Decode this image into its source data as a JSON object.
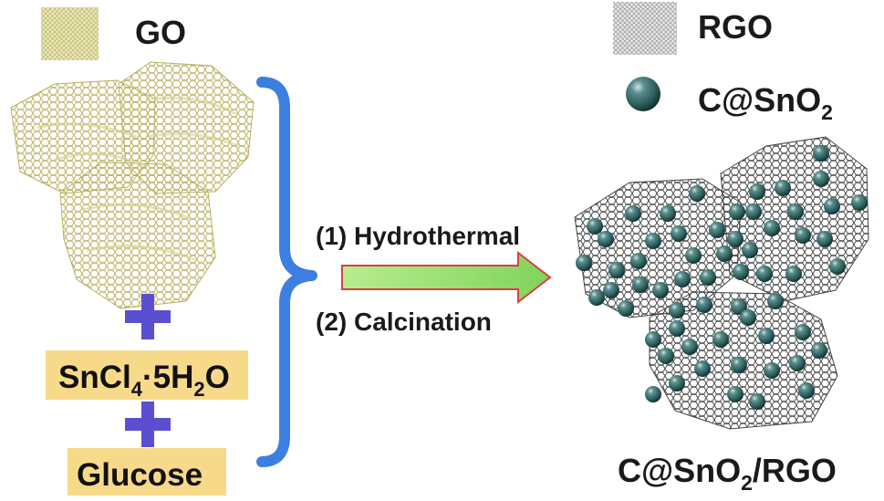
{
  "legend": {
    "go_label": "GO",
    "rgo_label": "RGO",
    "particle_label_prefix": "C@SnO",
    "particle_label_sub": "2"
  },
  "reactants": {
    "sncl_main": "SnCl",
    "sncl_sub1": "4",
    "sncl_mid": "·5H",
    "sncl_sub2": "2",
    "sncl_end": "O",
    "glucose": "Glucose"
  },
  "process": {
    "step1": "(1) Hydrothermal",
    "step2": "(2) Calcination"
  },
  "product": {
    "prefix": "C@SnO",
    "sub": "2",
    "suffix": "/RGO"
  },
  "colors": {
    "go_mesh": "#b8b060",
    "rgo_mesh": "#555555",
    "brace": "#3d7fe0",
    "plus": "#5a4fcf",
    "reactant_box": "#f7d98a",
    "arrow_fill": "#9ce07a",
    "arrow_stroke": "#d94040",
    "sphere": "#2f5f5f"
  }
}
